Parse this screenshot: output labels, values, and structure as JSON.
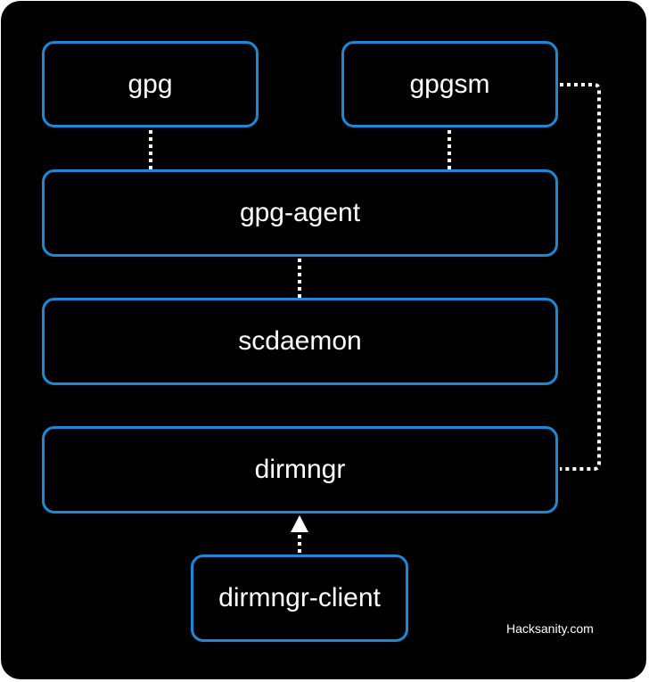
{
  "diagram": {
    "nodes": {
      "gpg": "gpg",
      "gpgsm": "gpgsm",
      "gpg_agent": "gpg-agent",
      "scdaemon": "scdaemon",
      "dirmngr": "dirmngr",
      "dirmngr_client": "dirmngr-client"
    },
    "edges": [
      {
        "from": "gpg",
        "to": "gpg-agent",
        "style": "dotted"
      },
      {
        "from": "gpgsm",
        "to": "gpg-agent",
        "style": "dotted"
      },
      {
        "from": "gpg-agent",
        "to": "scdaemon",
        "style": "dotted"
      },
      {
        "from": "gpgsm",
        "to": "dirmngr",
        "style": "dotted"
      },
      {
        "from": "dirmngr-client",
        "to": "dirmngr",
        "style": "dotted-arrow"
      }
    ],
    "watermark": "Hacksanity.com",
    "colors": {
      "background": "#000000",
      "node_border": "#1a8ad8",
      "text": "#ffffff",
      "connector": "#ffffff"
    }
  }
}
